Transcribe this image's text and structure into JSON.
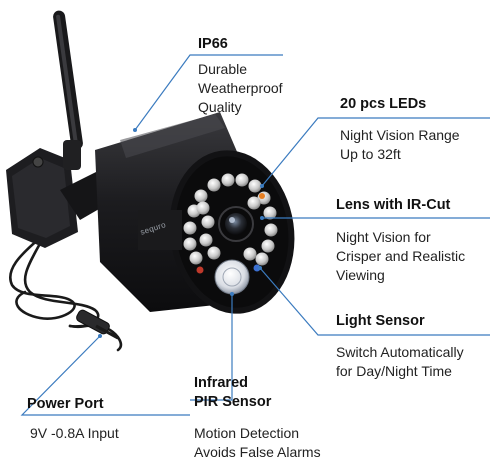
{
  "brand": "sequro",
  "callouts": {
    "ip66": {
      "title": "IP66",
      "lines": [
        "Durable",
        "Weatherproof",
        "Quality"
      ]
    },
    "leds": {
      "title": "20 pcs LEDs",
      "lines": [
        "Night Vision Range",
        "Up to 32ft"
      ]
    },
    "lens": {
      "title": "Lens with IR-Cut",
      "lines": [
        "Night Vision for",
        "Crisper and Realistic",
        "Viewing"
      ]
    },
    "light_sensor": {
      "title": "Light Sensor",
      "lines": [
        "Switch Automatically",
        "for Day/Night Time"
      ]
    },
    "pir": {
      "title_lines": [
        "Infrared",
        "PIR Sensor"
      ],
      "lines": [
        "Motion Detection",
        "Avoids False Alarms"
      ]
    },
    "power": {
      "title": "Power Port",
      "lines": [
        "9V -0.8A Input"
      ]
    }
  },
  "colors": {
    "line": "#3b7bbf",
    "camera_body": "#1b1b1d",
    "text": "#1a1a1a"
  }
}
